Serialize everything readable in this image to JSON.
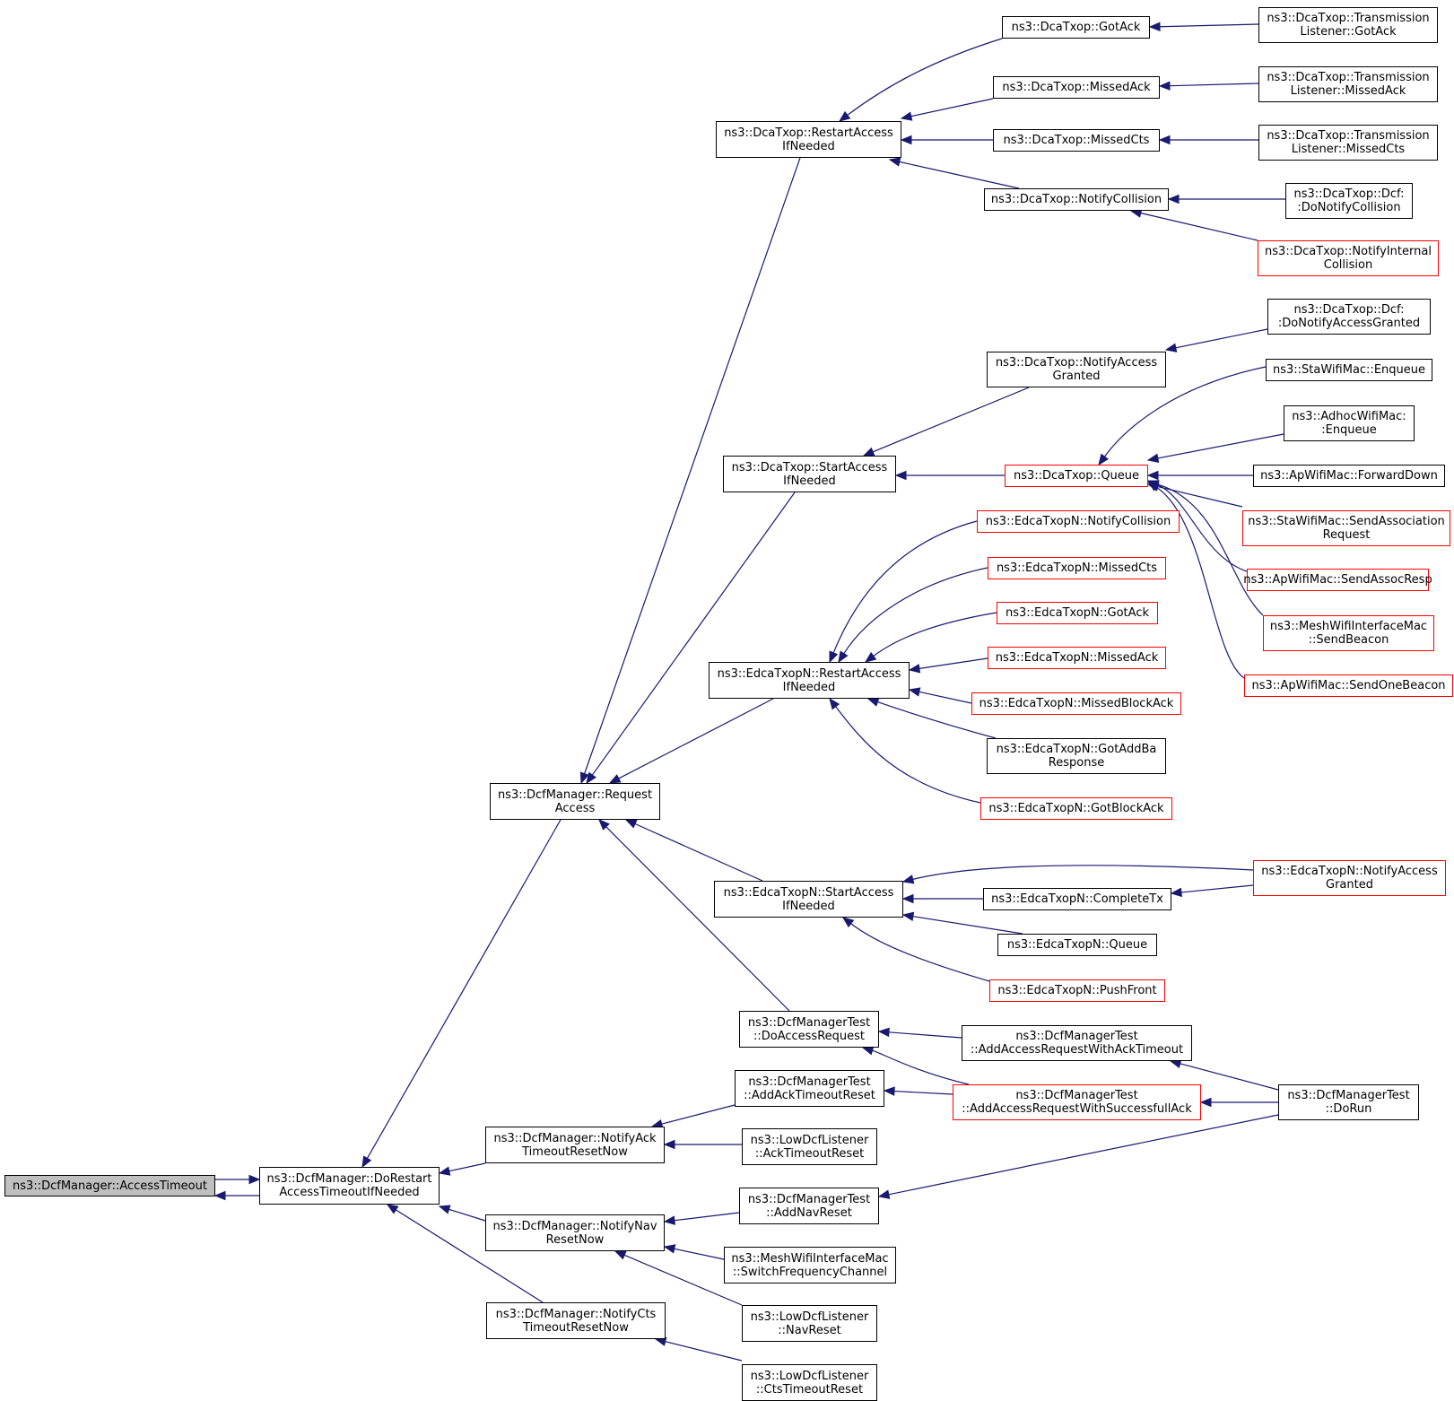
{
  "colors": {
    "edge": "#191970",
    "border_normal": "#000000",
    "border_truncated": "#ff0000",
    "root_fill": "#bfbfbf",
    "background": "#ffffff"
  },
  "nodes": [
    {
      "id": "root",
      "lines": [
        "ns3::DcfManager::AccessTimeout"
      ],
      "style": "root"
    },
    {
      "id": "dorestart",
      "lines": [
        "ns3::DcfManager::DoRestart",
        "AccessTimeoutIfNeeded"
      ],
      "style": "normal"
    },
    {
      "id": "reqaccess",
      "lines": [
        "ns3::DcfManager::Request",
        "Access"
      ],
      "style": "normal"
    },
    {
      "id": "notifyack",
      "lines": [
        "ns3::DcfManager::NotifyAck",
        "TimeoutResetNow"
      ],
      "style": "normal"
    },
    {
      "id": "notifynav",
      "lines": [
        "ns3::DcfManager::NotifyNav",
        "ResetNow"
      ],
      "style": "normal"
    },
    {
      "id": "notifycts",
      "lines": [
        "ns3::DcfManager::NotifyCts",
        "TimeoutResetNow"
      ],
      "style": "normal"
    },
    {
      "id": "dca_restart",
      "lines": [
        "ns3::DcaTxop::RestartAccess",
        "IfNeeded"
      ],
      "style": "normal"
    },
    {
      "id": "dca_start",
      "lines": [
        "ns3::DcaTxop::StartAccess",
        "IfNeeded"
      ],
      "style": "normal"
    },
    {
      "id": "edca_restart",
      "lines": [
        "ns3::EdcaTxopN::RestartAccess",
        "IfNeeded"
      ],
      "style": "normal"
    },
    {
      "id": "edca_start",
      "lines": [
        "ns3::EdcaTxopN::StartAccess",
        "IfNeeded"
      ],
      "style": "normal"
    },
    {
      "id": "dcftest_doaccess",
      "lines": [
        "ns3::DcfManagerTest",
        "::DoAccessRequest"
      ],
      "style": "normal"
    },
    {
      "id": "dcftest_addack",
      "lines": [
        "ns3::DcfManagerTest",
        "::AddAckTimeoutReset"
      ],
      "style": "normal"
    },
    {
      "id": "lowdcf_ack",
      "lines": [
        "ns3::LowDcfListener",
        "::AckTimeoutReset"
      ],
      "style": "normal"
    },
    {
      "id": "dcftest_addnav",
      "lines": [
        "ns3::DcfManagerTest",
        "::AddNavReset"
      ],
      "style": "normal"
    },
    {
      "id": "mesh_switch",
      "lines": [
        "ns3::MeshWifiInterfaceMac",
        "::SwitchFrequencyChannel"
      ],
      "style": "normal"
    },
    {
      "id": "lowdcf_nav",
      "lines": [
        "ns3::LowDcfListener",
        "::NavReset"
      ],
      "style": "normal"
    },
    {
      "id": "lowdcf_cts",
      "lines": [
        "ns3::LowDcfListener",
        "::CtsTimeoutReset"
      ],
      "style": "normal"
    },
    {
      "id": "dca_gotack",
      "lines": [
        "ns3::DcaTxop::GotAck"
      ],
      "style": "normal"
    },
    {
      "id": "dca_missedack",
      "lines": [
        "ns3::DcaTxop::MissedAck"
      ],
      "style": "normal"
    },
    {
      "id": "dca_missedcts",
      "lines": [
        "ns3::DcaTxop::MissedCts"
      ],
      "style": "normal"
    },
    {
      "id": "dca_notifycoll",
      "lines": [
        "ns3::DcaTxop::NotifyCollision"
      ],
      "style": "normal"
    },
    {
      "id": "tl_gotack",
      "lines": [
        "ns3::DcaTxop::Transmission",
        "Listener::GotAck"
      ],
      "style": "normal"
    },
    {
      "id": "tl_missedack",
      "lines": [
        "ns3::DcaTxop::Transmission",
        "Listener::MissedAck"
      ],
      "style": "normal"
    },
    {
      "id": "tl_missedcts",
      "lines": [
        "ns3::DcaTxop::Transmission",
        "Listener::MissedCts"
      ],
      "style": "normal"
    },
    {
      "id": "dcf_donotifycoll",
      "lines": [
        "ns3::DcaTxop::Dcf:",
        ":DoNotifyCollision"
      ],
      "style": "normal"
    },
    {
      "id": "dca_notifyinternal",
      "lines": [
        "ns3::DcaTxop::NotifyInternal",
        "Collision"
      ],
      "style": "red"
    },
    {
      "id": "dcf_donotifyaccess",
      "lines": [
        "ns3::DcaTxop::Dcf:",
        ":DoNotifyAccessGranted"
      ],
      "style": "normal"
    },
    {
      "id": "dca_notifyaccess",
      "lines": [
        "ns3::DcaTxop::NotifyAccess",
        "Granted"
      ],
      "style": "normal"
    },
    {
      "id": "dca_queue",
      "lines": [
        "ns3::DcaTxop::Queue"
      ],
      "style": "red"
    },
    {
      "id": "sta_enqueue",
      "lines": [
        "ns3::StaWifiMac::Enqueue"
      ],
      "style": "normal"
    },
    {
      "id": "adhoc_enqueue",
      "lines": [
        "ns3::AdhocWifiMac:",
        ":Enqueue"
      ],
      "style": "normal"
    },
    {
      "id": "ap_forward",
      "lines": [
        "ns3::ApWifiMac::ForwardDown"
      ],
      "style": "normal"
    },
    {
      "id": "sta_sendassoc",
      "lines": [
        "ns3::StaWifiMac::SendAssociation",
        "Request"
      ],
      "style": "red"
    },
    {
      "id": "ap_sendassocresp",
      "lines": [
        "ns3::ApWifiMac::SendAssocResp"
      ],
      "style": "red"
    },
    {
      "id": "mesh_sendbeacon",
      "lines": [
        "ns3::MeshWifiInterfaceMac",
        "::SendBeacon"
      ],
      "style": "red"
    },
    {
      "id": "ap_sendonebeacon",
      "lines": [
        "ns3::ApWifiMac::SendOneBeacon"
      ],
      "style": "red"
    },
    {
      "id": "edca_notifycoll",
      "lines": [
        "ns3::EdcaTxopN::NotifyCollision"
      ],
      "style": "red"
    },
    {
      "id": "edca_missedcts",
      "lines": [
        "ns3::EdcaTxopN::MissedCts"
      ],
      "style": "red"
    },
    {
      "id": "edca_gotack",
      "lines": [
        "ns3::EdcaTxopN::GotAck"
      ],
      "style": "red"
    },
    {
      "id": "edca_missedack",
      "lines": [
        "ns3::EdcaTxopN::MissedAck"
      ],
      "style": "red"
    },
    {
      "id": "edca_missedblockack",
      "lines": [
        "ns3::EdcaTxopN::MissedBlockAck"
      ],
      "style": "red"
    },
    {
      "id": "edca_gotaddba",
      "lines": [
        "ns3::EdcaTxopN::GotAddBa",
        "Response"
      ],
      "style": "normal"
    },
    {
      "id": "edca_gotblockack",
      "lines": [
        "ns3::EdcaTxopN::GotBlockAck"
      ],
      "style": "red"
    },
    {
      "id": "edca_notifyaccess",
      "lines": [
        "ns3::EdcaTxopN::NotifyAccess",
        "Granted"
      ],
      "style": "red"
    },
    {
      "id": "edca_completetx",
      "lines": [
        "ns3::EdcaTxopN::CompleteTx"
      ],
      "style": "normal"
    },
    {
      "id": "edca_queue",
      "lines": [
        "ns3::EdcaTxopN::Queue"
      ],
      "style": "normal"
    },
    {
      "id": "edca_pushfront",
      "lines": [
        "ns3::EdcaTxopN::PushFront"
      ],
      "style": "red"
    },
    {
      "id": "dcftest_addackto",
      "lines": [
        "ns3::DcfManagerTest",
        "::AddAccessRequestWithAckTimeout"
      ],
      "style": "normal"
    },
    {
      "id": "dcftest_addsucc",
      "lines": [
        "ns3::DcfManagerTest",
        "::AddAccessRequestWithSuccessfullAck"
      ],
      "style": "red"
    },
    {
      "id": "dcftest_dorun",
      "lines": [
        "ns3::DcfManagerTest",
        "::DoRun"
      ],
      "style": "normal"
    }
  ]
}
